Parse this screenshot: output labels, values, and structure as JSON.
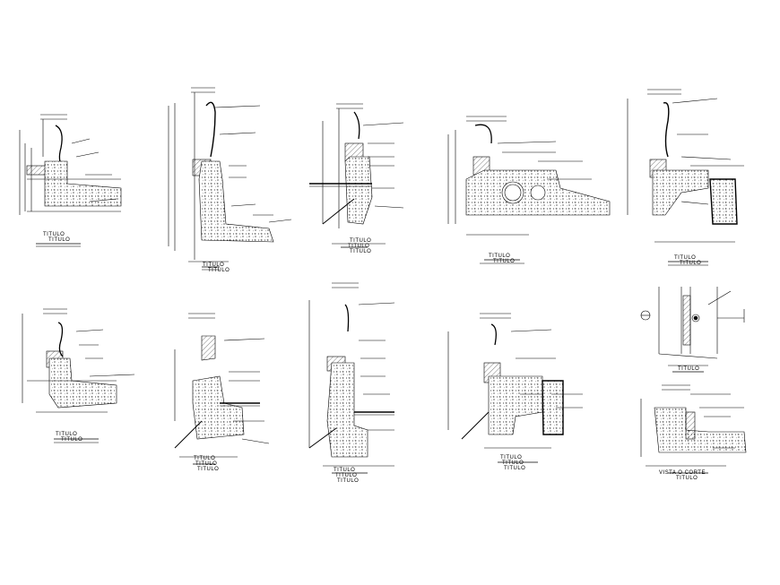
{
  "drawing": {
    "titles": {
      "d1": [
        "TITULO",
        "TITULO"
      ],
      "d2": [
        "TITULO",
        "TITULO"
      ],
      "d3": [
        "TITULO",
        "TITULO",
        "TITULO"
      ],
      "d4": [
        "TITULO",
        "TITULO"
      ],
      "d5": [
        "TITULO",
        "TITULO"
      ],
      "d6": [
        "TITULO",
        "TITULO"
      ],
      "d7": [
        "TITULO",
        "TITULO",
        "TITULO"
      ],
      "d8": [
        "TITULO",
        "TITULO",
        "TITULO"
      ],
      "d9": [
        "TITULO",
        "TITULO",
        "TITULO"
      ],
      "d10": [
        "TITULO"
      ],
      "d11": [
        "VISTA  O  CORTE",
        "TITULO"
      ]
    }
  }
}
